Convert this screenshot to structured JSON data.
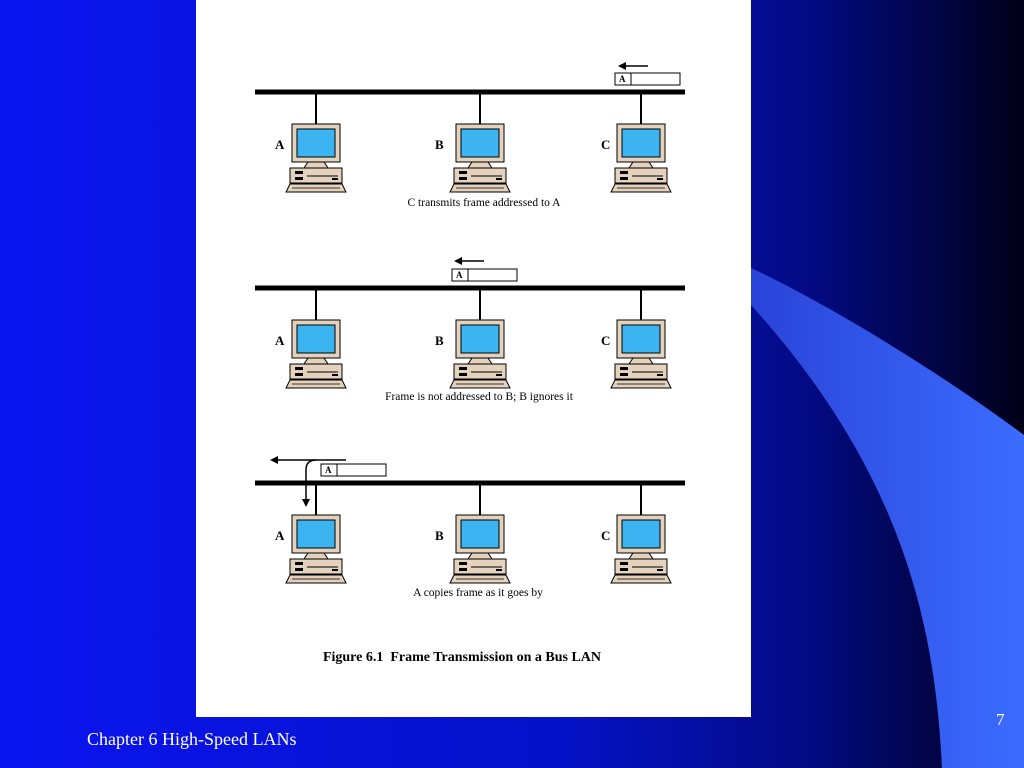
{
  "slide": {
    "footer_title": "Chapter 6 High-Speed LANs",
    "slide_number": "7"
  },
  "figure": {
    "caption": "Figure 6.1  Frame Transmission on a Bus LAN",
    "frame_address": "A",
    "panels": [
      {
        "stations": [
          "A",
          "B",
          "C"
        ],
        "caption": "C transmits frame addressed to A"
      },
      {
        "stations": [
          "A",
          "B",
          "C"
        ],
        "caption": "Frame is not addressed to B; B ignores it"
      },
      {
        "stations": [
          "A",
          "B",
          "C"
        ],
        "caption": "A copies frame as it goes by"
      }
    ]
  },
  "colors": {
    "background_blue": "#0a14f0",
    "dark_navy": "#000070",
    "accent_blue": "#3366ff",
    "screen_blue": "#3db4f2",
    "computer_beige": "#e4d2bd"
  }
}
